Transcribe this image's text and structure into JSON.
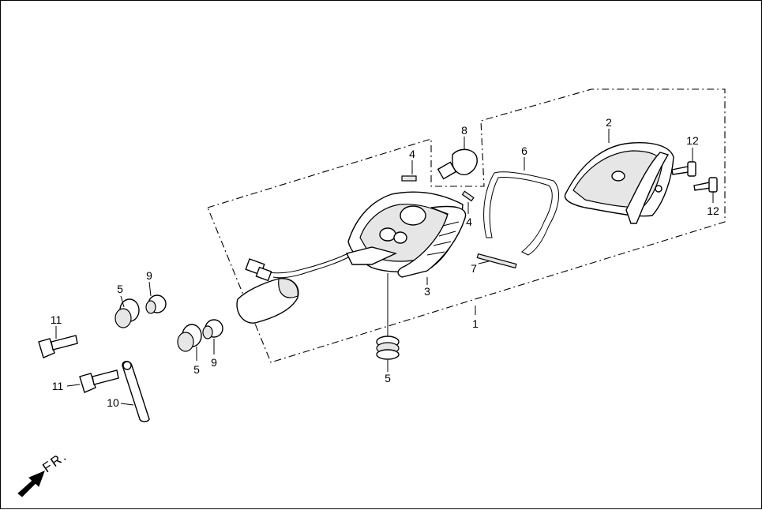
{
  "diagram": {
    "labels": {
      "p1": "1",
      "p2": "2",
      "p3": "3",
      "p4a": "4",
      "p4b": "4",
      "p5a": "5",
      "p5b": "5",
      "p5c": "5",
      "p6": "6",
      "p7": "7",
      "p8": "8",
      "p9a": "9",
      "p9b": "9",
      "p10": "10",
      "p11a": "11",
      "p11b": "11",
      "p12a": "12",
      "p12b": "12"
    },
    "direction": "FR.",
    "direction_icon": "arrow-down-left-icon"
  }
}
